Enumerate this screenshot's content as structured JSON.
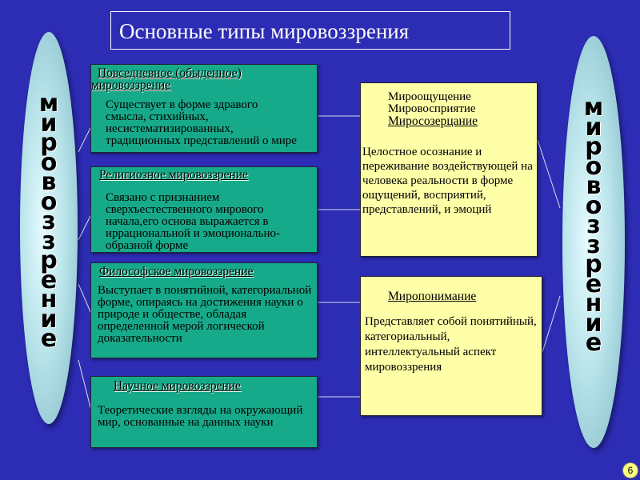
{
  "title": "Основные типы мировоззрения",
  "side_label": "мировоззрение",
  "left_boxes": [
    {
      "heading": "Повседневное (обыденное) мировоззрение",
      "text": "Существует в форме здравого смысла, стихийных, несистематизированных, традиционных представлений о мире"
    },
    {
      "heading": "Религиозное мировоззрение",
      "text": "Связано с признанием сверхъестественного мирового начала,его основа выражается в иррациональной и эмоционально-образной форме"
    },
    {
      "heading": "Философское мировоззрение",
      "text": "Выступает в понятийной, категориальной форме, опираясь на достижения науки о природе и обществе, обладая определенной мерой логической доказательности"
    },
    {
      "heading": "Научное мировоззрение",
      "text": "Теоретические взгляды на окружающий мир, основанные на данных науки"
    }
  ],
  "right_boxes": [
    {
      "heading_lines": [
        "Мироощущение",
        "Мировосприятие",
        "Миросозерцание"
      ],
      "text": "Целостное осознание и переживание воздействующей на человека реальности в форме ощущений, восприятий, представлений, и эмоций"
    },
    {
      "heading": "Миропонимание",
      "text": "Представляет собой понятийный, категориальный, интеллектуальный аспект мировоззрения"
    }
  ],
  "page_number": "6",
  "colors": {
    "background": "#2c2cb4",
    "green": "#17aa8a",
    "yellow": "#ffffa8"
  }
}
